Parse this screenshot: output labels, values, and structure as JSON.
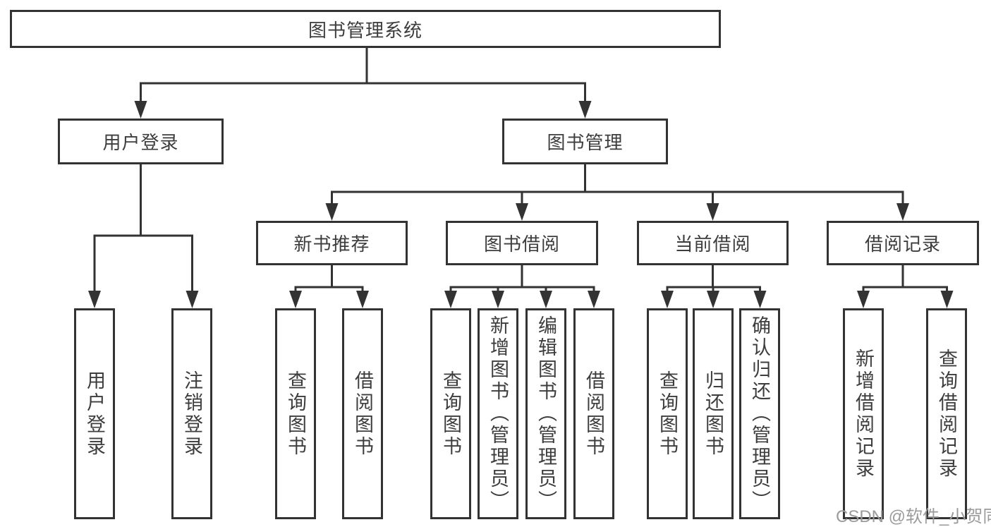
{
  "diagram_title": "图书管理系统",
  "watermark": "CSDN @软件_小贺同学",
  "colors": {
    "line": "#333333",
    "box_border": "#333333",
    "box_fill": "#ffffff",
    "text": "#3d3d3d",
    "watermark": "#9b9b9b",
    "background": "#ffffff"
  },
  "tree": {
    "label": "图书管理系统",
    "children": [
      {
        "label": "用户登录",
        "children": [
          {
            "label": "用户登录"
          },
          {
            "label": "注销登录"
          }
        ]
      },
      {
        "label": "图书管理",
        "children": [
          {
            "label": "新书推荐",
            "children": [
              {
                "label": "查询图书"
              },
              {
                "label": "借阅图书"
              }
            ]
          },
          {
            "label": "图书借阅",
            "children": [
              {
                "label": "查询图书"
              },
              {
                "label": "新增图书（管理员）"
              },
              {
                "label": "编辑图书（管理员）"
              },
              {
                "label": "借阅图书"
              }
            ]
          },
          {
            "label": "当前借阅",
            "children": [
              {
                "label": "查询图书"
              },
              {
                "label": "归还图书"
              },
              {
                "label": "确认归还（管理员）"
              }
            ]
          },
          {
            "label": "借阅记录",
            "children": [
              {
                "label": "新增借阅记录"
              },
              {
                "label": "查询借阅记录"
              }
            ]
          }
        ]
      }
    ]
  }
}
